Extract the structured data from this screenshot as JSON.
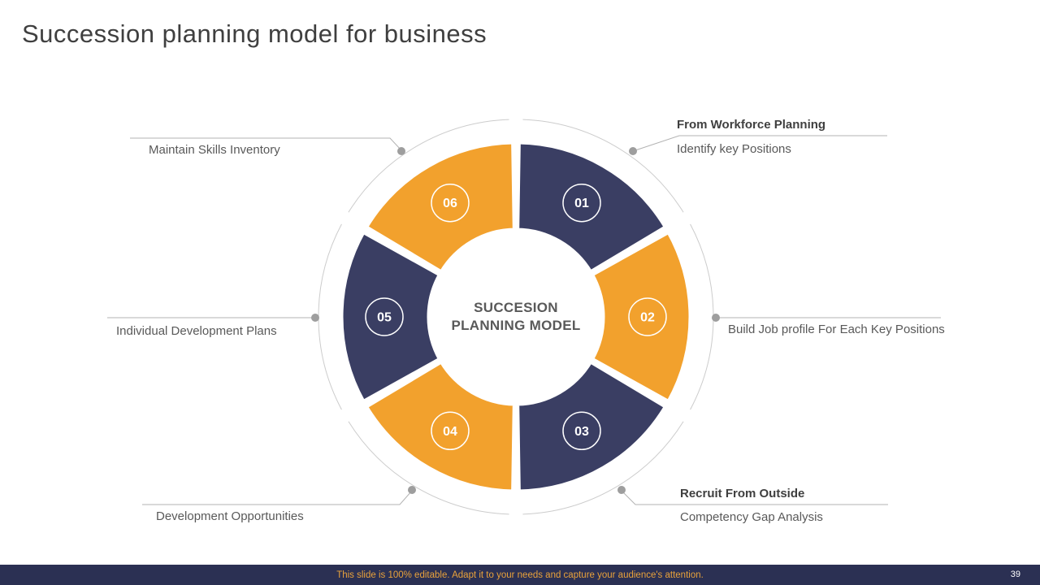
{
  "slide": {
    "title": "Succession planning model for business",
    "footer": "This slide is 100% editable. Adapt it to your needs and capture your audience's attention.",
    "page_number": "39"
  },
  "diagram": {
    "center_title": "SUCCESION PLANNING MODEL",
    "colors": {
      "navy": "#3a3e63",
      "orange": "#f2a12d",
      "ring": "#cccccc",
      "line": "#b3b3b3",
      "dot": "#9e9e9e",
      "badge_text": "#ffffff"
    },
    "segments": [
      {
        "number": "01",
        "color": "navy"
      },
      {
        "number": "02",
        "color": "orange"
      },
      {
        "number": "03",
        "color": "navy"
      },
      {
        "number": "04",
        "color": "orange"
      },
      {
        "number": "05",
        "color": "navy"
      },
      {
        "number": "06",
        "color": "orange"
      }
    ],
    "labels": {
      "l01": {
        "title": "From Workforce Planning",
        "text": "Identify key Positions"
      },
      "l02": {
        "text": "Build Job profile For Each Key Positions"
      },
      "l03": {
        "title": "Recruit From Outside",
        "text": "Competency Gap Analysis"
      },
      "l04": {
        "text": "Development Opportunities"
      },
      "l05": {
        "text": "Individual Development Plans"
      },
      "l06": {
        "text": "Maintain Skills Inventory"
      }
    }
  }
}
